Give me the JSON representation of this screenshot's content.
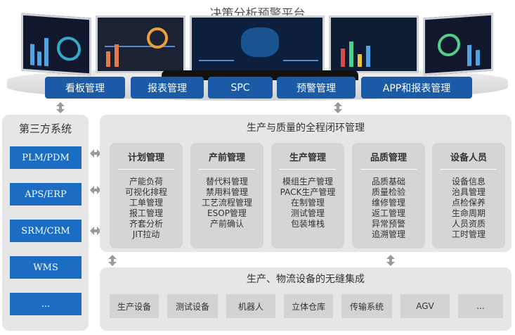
{
  "top_title": "决策分析预警平台",
  "modules": [
    "看板管理",
    "报表管理",
    "SPC",
    "预警管理",
    "APP和报表管理"
  ],
  "third_party": {
    "title": "第三方系统",
    "systems": [
      "PLM/PDM",
      "APS/ERP",
      "SRM/CRM",
      "WMS",
      "..."
    ]
  },
  "lifecycle": {
    "title": "生产与质量的全程闭环管理",
    "cards": [
      {
        "title": "计划管理",
        "items": [
          "产能负荷",
          "可视化排程",
          "工单管理",
          "报工管理",
          "齐套分析",
          "JIT拉动"
        ]
      },
      {
        "title": "产前管理",
        "items": [
          "替代料管理",
          "禁用料管理",
          "工艺流程管理",
          "ESOP管理",
          "产前确认"
        ]
      },
      {
        "title": "生产管理",
        "items": [
          "模组生产管理",
          "PACK生产管理",
          "在制管理",
          "测试管理",
          "包装堆栈"
        ]
      },
      {
        "title": "品质管理",
        "items": [
          "品质基础",
          "质量检验",
          "维修管理",
          "返工管理",
          "异常预警",
          "追溯管理"
        ]
      },
      {
        "title": "设备人员",
        "items": [
          "设备信息",
          "治具管理",
          "点检保养",
          "生命周期",
          "人员资质",
          "工时管理"
        ]
      }
    ]
  },
  "integration": {
    "title": "生产、物流设备的无缝集成",
    "devices": [
      "生产设备",
      "测试设备",
      "机器人",
      "立体仓库",
      "传输系统",
      "AGV",
      "..."
    ]
  },
  "colors": {
    "module_blue": "#1a5aa6",
    "system_blue": "#1a6dc2",
    "panel_gray": "#e6e6e6",
    "card_gray": "#d5d5d5"
  }
}
